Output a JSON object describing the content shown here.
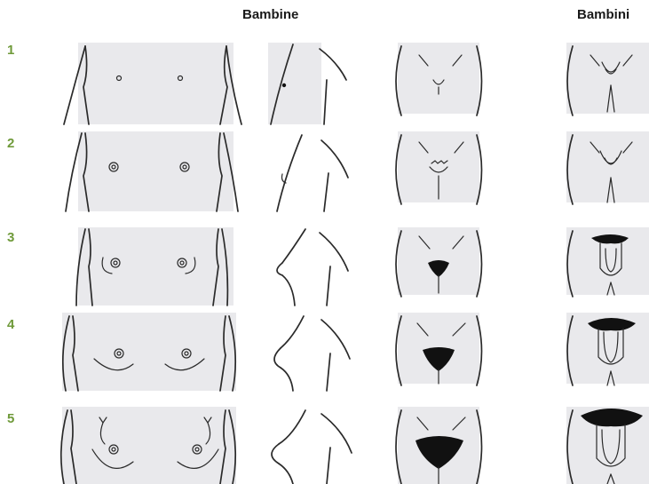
{
  "headers": {
    "girls": "Bambine",
    "boys": "Bambini"
  },
  "stages": [
    {
      "label": "1"
    },
    {
      "label": "2"
    },
    {
      "label": "3"
    },
    {
      "label": "4"
    },
    {
      "label": "5"
    }
  ],
  "colors": {
    "stage_number": "#6f9a3a",
    "panel_bg": "#e9e9ec",
    "line": "#2a2a2a",
    "hair": "#111111"
  }
}
